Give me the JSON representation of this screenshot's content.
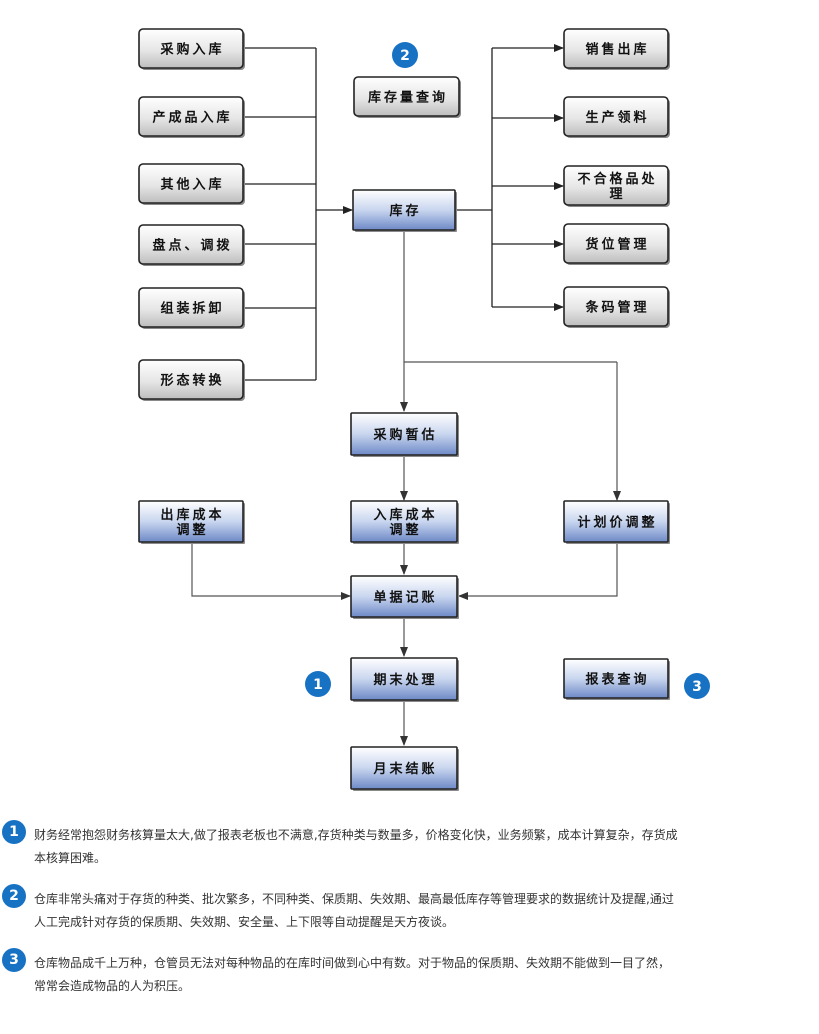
{
  "colors": {
    "gray_box_top": "#ffffff",
    "gray_box_bottom": "#c8c8c8",
    "blue_box_top": "#ffffff",
    "blue_box_bottom": "#6f8cc8",
    "connector": "#222222",
    "thin_connector": "#777777",
    "badge": "#1772c4"
  },
  "left_inputs": [
    "采购入库",
    "产成品入库",
    "其他入库",
    "盘点、调拨",
    "组装拆卸",
    "形态转换"
  ],
  "right_outputs": [
    [
      "销售出库"
    ],
    [
      "生产领料"
    ],
    [
      "不合格品处",
      "理"
    ],
    [
      "货位管理"
    ],
    [
      "条码管理"
    ]
  ],
  "inventory": "库存",
  "stock_query": "库存量查询",
  "purchase_estimate": "采购暂估",
  "outbound_cost": [
    "出库成本",
    "调整"
  ],
  "inbound_cost": [
    "入库成本",
    "调整"
  ],
  "plan_price": "计划价调整",
  "voucher": "单据记账",
  "period_end": "期末处理",
  "report_query": "报表查询",
  "month_close": "月末结账",
  "badges": [
    "1",
    "2",
    "3"
  ],
  "notes": [
    {
      "num": "1",
      "line1": "财务经常抱怨财务核算量太大,做了报表老板也不满意,存货种类与数量多，价格变化快，业务频繁，成本计算复杂，存货成",
      "line2": "本核算困难。"
    },
    {
      "num": "2",
      "line1": "仓库非常头痛对于存货的种类、批次繁多，不同种类、保质期、失效期、最高最低库存等管理要求的数据统计及提醒,通过",
      "line2": "人工完成针对存货的保质期、失效期、安全量、上下限等自动提醒是天方夜谈。"
    },
    {
      "num": "3",
      "line1": "仓库物品成千上万种，仓管员无法对每种物品的在库时间做到心中有数。对于物品的保质期、失效期不能做到一目了然，",
      "line2": "常常会造成物品的人为积压。"
    }
  ]
}
